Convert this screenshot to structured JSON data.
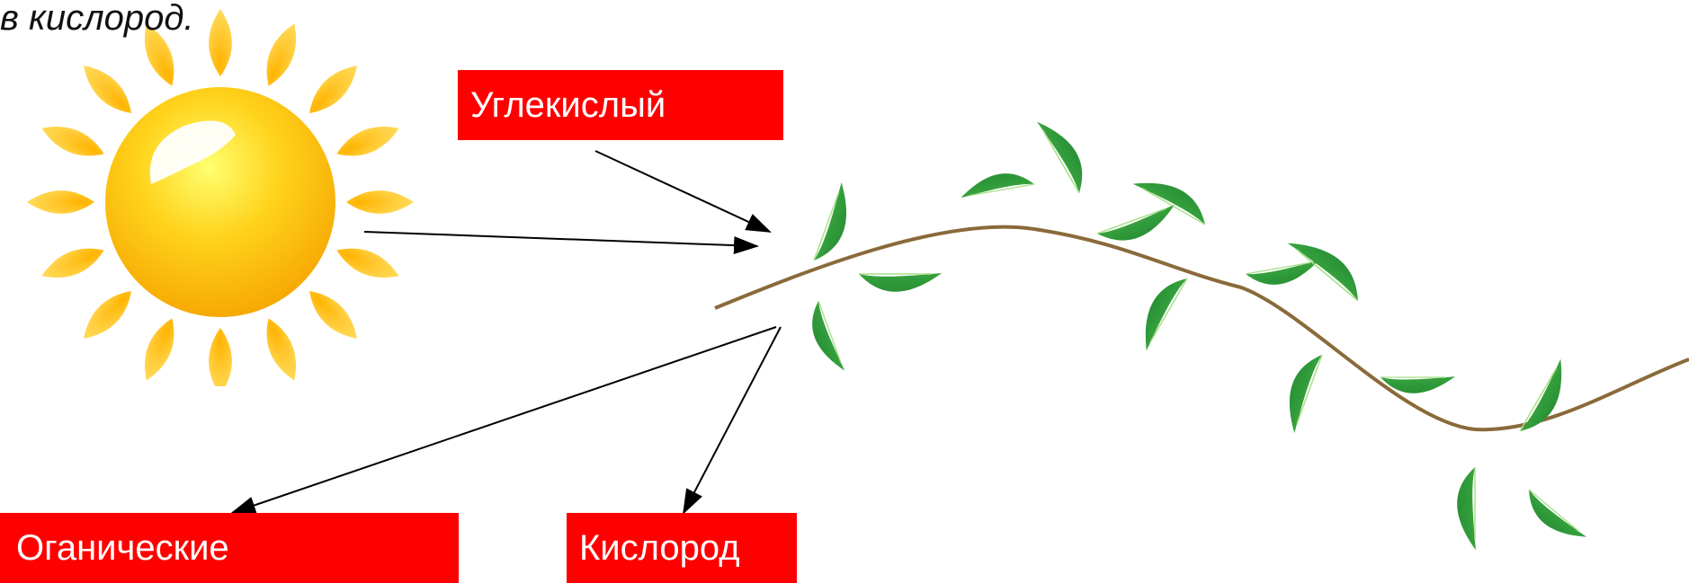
{
  "title_fragment": "в кислород.",
  "labels": {
    "co2": "Углекислый",
    "organic": "Оганические",
    "oxygen": "Кислород"
  },
  "colors": {
    "label_bg": "#ff0000",
    "label_text": "#ffffff",
    "arrow": "#000000",
    "sun": "#ffc107",
    "leaf": "#3aa63a",
    "stem": "#8a6a3a"
  },
  "icons": {
    "sun": "sun-icon",
    "plant": "ivy-vine-icon"
  }
}
